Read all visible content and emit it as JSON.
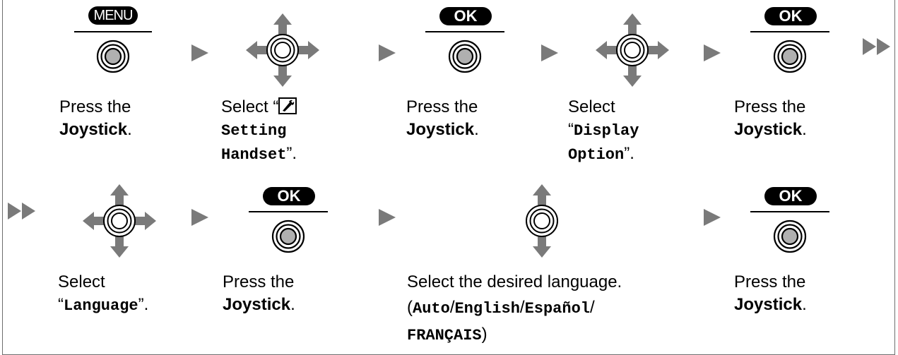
{
  "labels": {
    "menu": "MENU",
    "ok": "OK"
  },
  "row1": {
    "step1": {
      "line1": "Press the",
      "bold": "Joystick",
      "end": "."
    },
    "step2": {
      "prefix": "Select “",
      "line2": "Setting",
      "line3": "Handset",
      "end": "”."
    },
    "step3": {
      "line1": "Press the",
      "bold": "Joystick",
      "end": "."
    },
    "step4": {
      "line1": "Select",
      "open": "“",
      "line2": "Display",
      "line3": "Option",
      "end": "”."
    },
    "step5": {
      "line1": "Press the",
      "bold": "Joystick",
      "end": "."
    }
  },
  "row2": {
    "step6": {
      "line1": "Select",
      "open": "“",
      "item": "Language",
      "end": "”."
    },
    "step7": {
      "line1": "Press the",
      "bold": "Joystick",
      "end": "."
    },
    "step8": {
      "line1": "Select the desired language.",
      "open": "(",
      "opt1": "Auto",
      "sep1": "/",
      "opt2": "English",
      "sep2": "/",
      "opt3": "Español",
      "sep3": "/",
      "opt4": "FRANÇAIS",
      "close": ")"
    },
    "step9": {
      "line1": "Press the",
      "bold": "Joystick",
      "end": "."
    }
  },
  "icons": {
    "press": "joystick-press-icon",
    "four_way": "joystick-4way-icon",
    "up_down": "joystick-updown-icon",
    "next": "next-arrow-icon",
    "continue": "continue-arrows-icon",
    "setting": "setting-handset-icon"
  },
  "colors": {
    "arrow": "#7a7a7a",
    "ink": "#000000",
    "frame": "#6e6e6e"
  }
}
